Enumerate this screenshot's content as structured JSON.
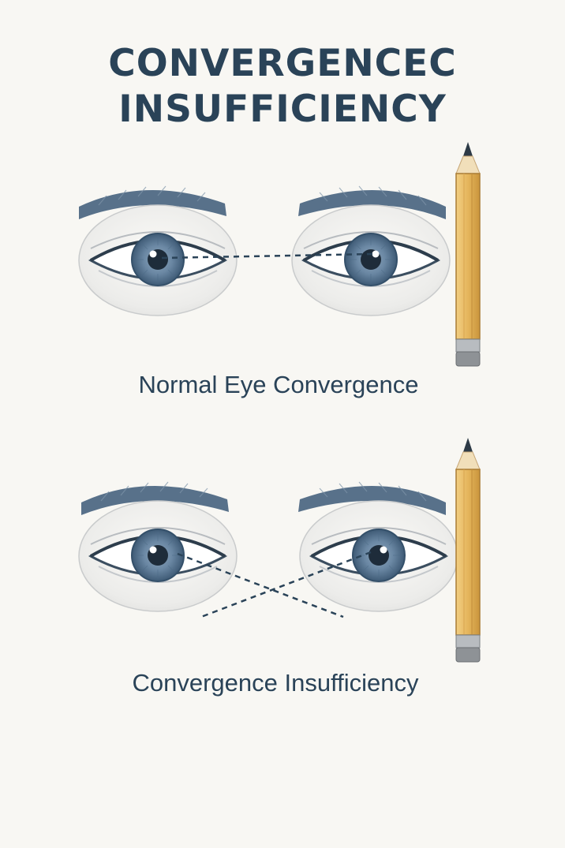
{
  "title": {
    "line1": "CONVERGENCEC",
    "line2": "INSUFFICIENCY"
  },
  "panels": [
    {
      "caption": "Normal Eye Convergence"
    },
    {
      "caption": "Convergence Insufficiency"
    }
  ],
  "colors": {
    "background": "#f8f7f3",
    "text": "#2a4358",
    "iris": "#5b7a96",
    "brow": "#58718a",
    "pencil_body": "#e5b55c",
    "pencil_ferrule": "#8e9296"
  },
  "icons": [
    "eye-icon",
    "eyebrow-icon",
    "pencil-icon",
    "sightline"
  ]
}
